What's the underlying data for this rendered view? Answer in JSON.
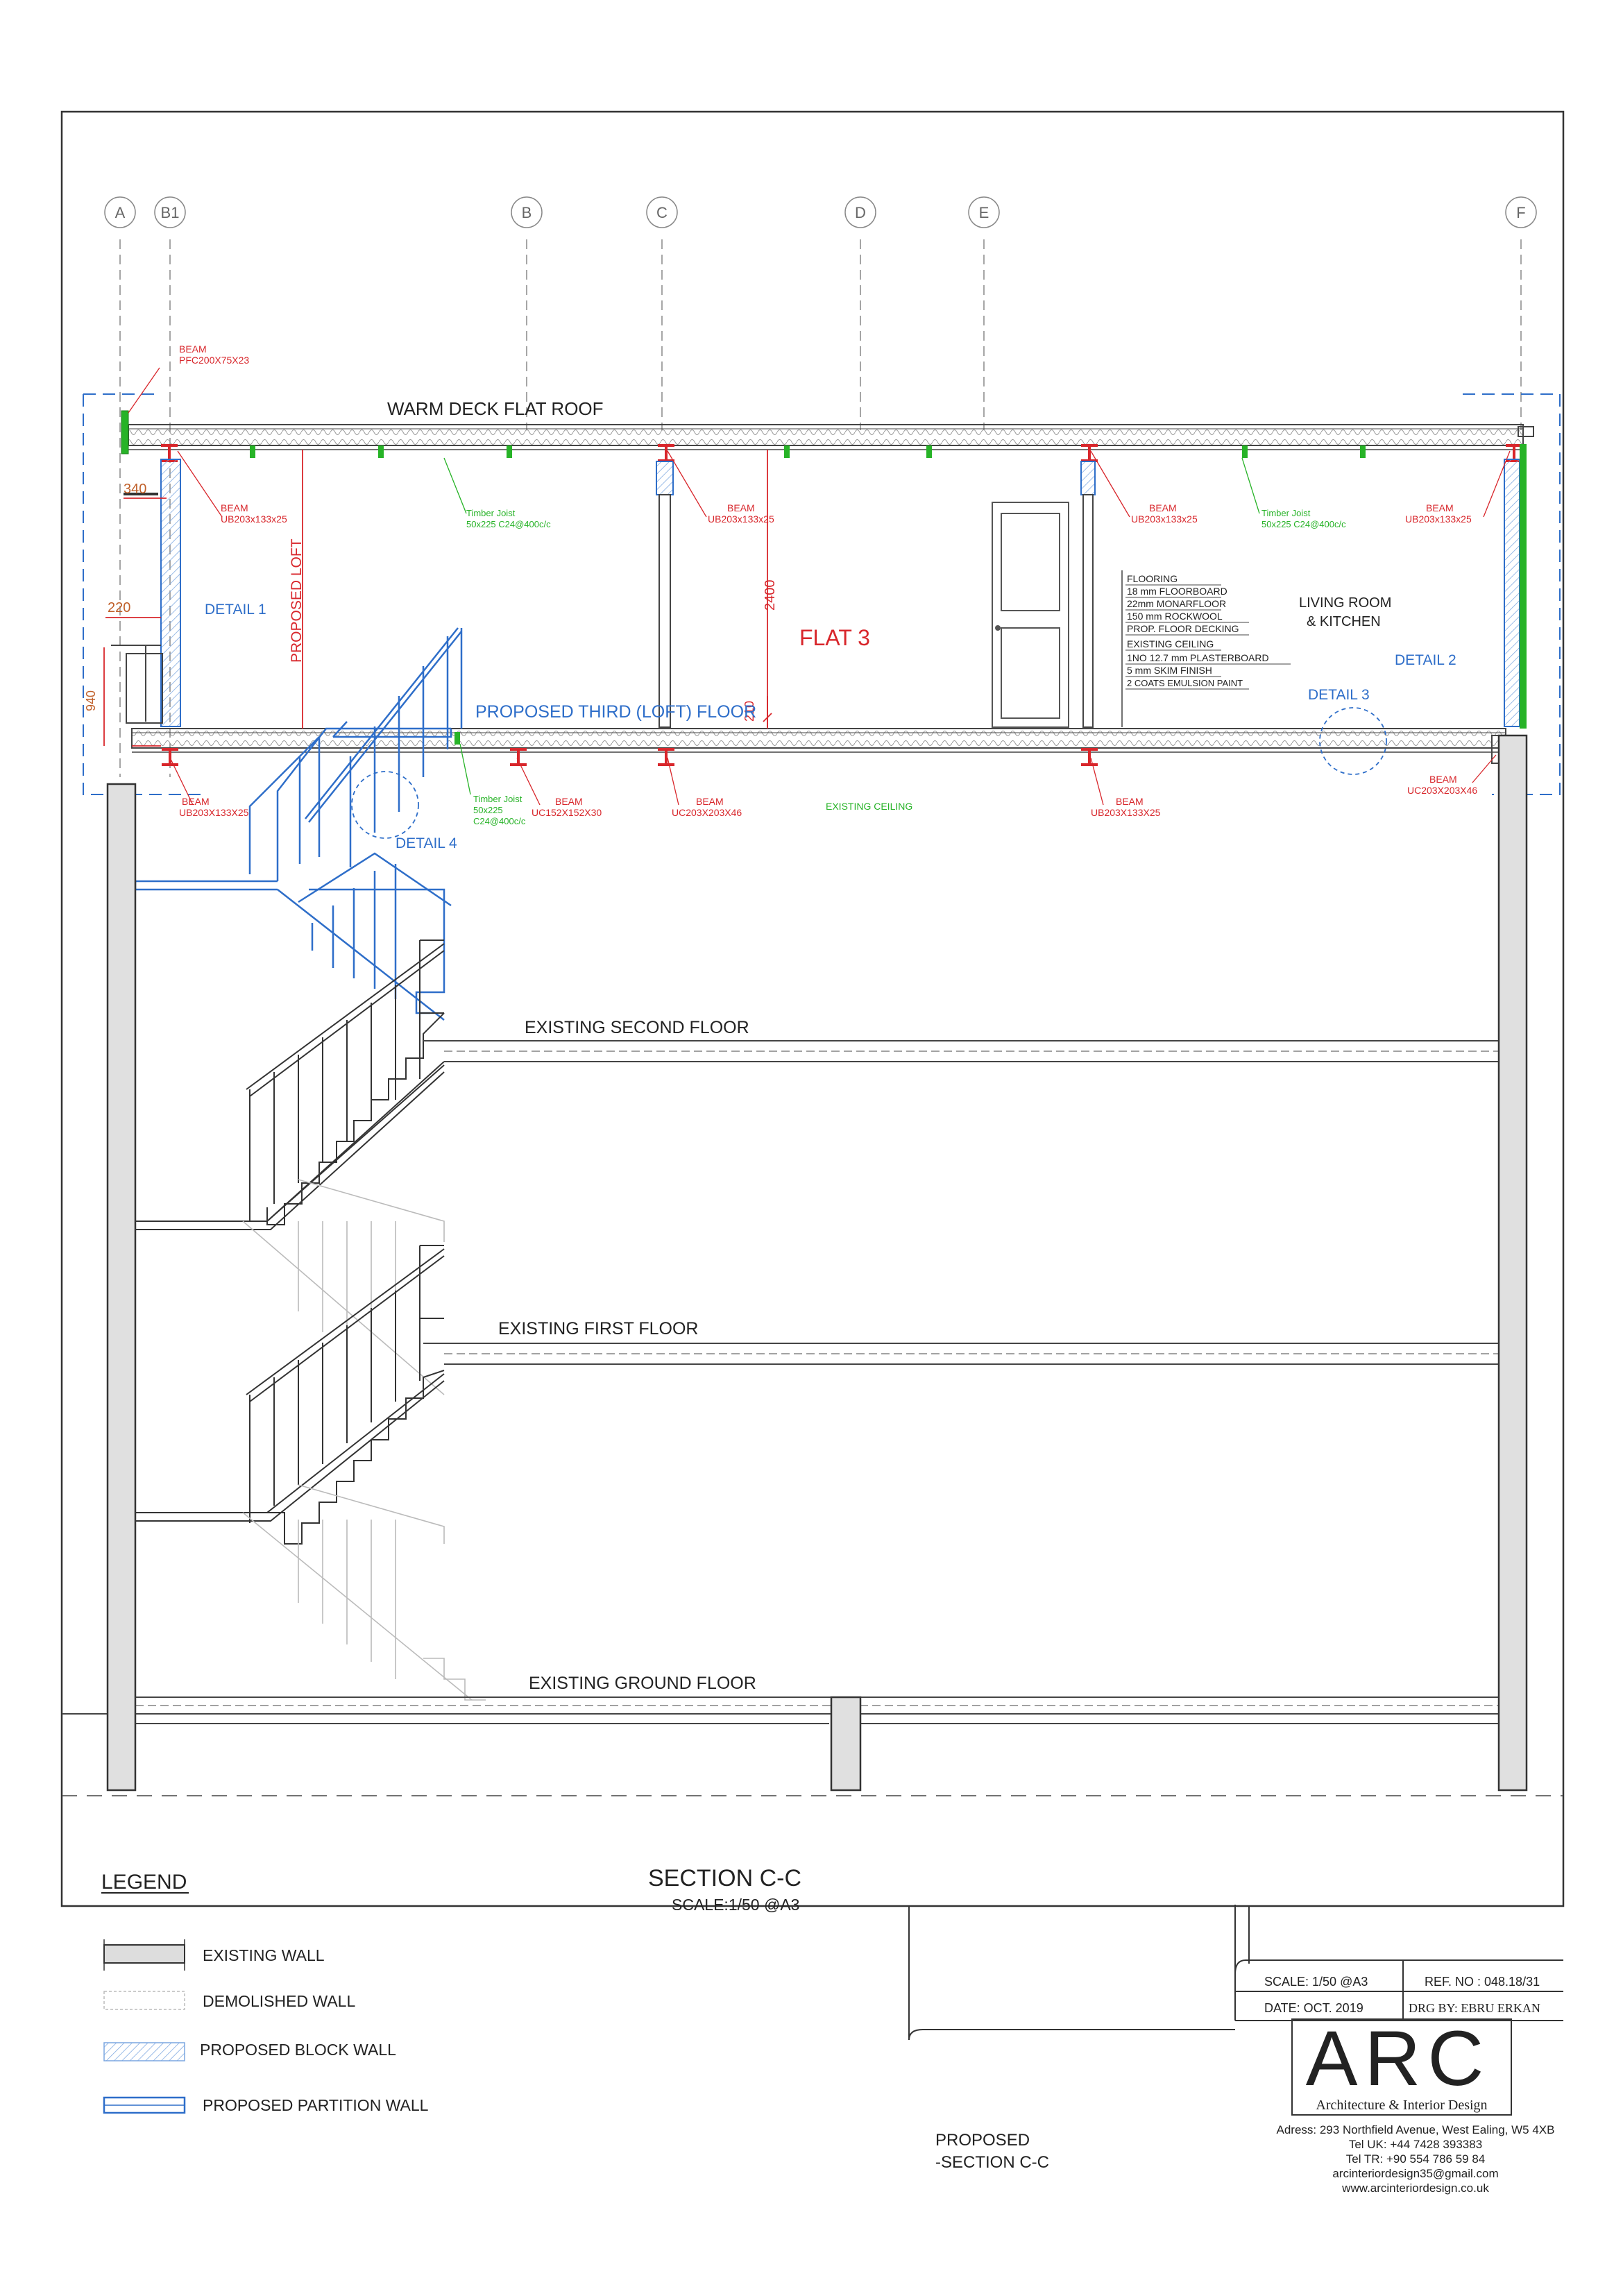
{
  "grid_labels": [
    "A",
    "B1",
    "B",
    "C",
    "D",
    "E",
    "F"
  ],
  "titles": {
    "roof": "WARM DECK FLAT ROOF",
    "loft_floor": "PROPOSED THIRD (LOFT) FLOOR",
    "second_floor": "EXISTING SECOND FLOOR",
    "first_floor": "EXISTING FIRST FLOOR",
    "ground_floor": "EXISTING GROUND FLOOR",
    "existing_ceiling": "EXISTING CEILING",
    "flat": "FLAT 3",
    "room_line1": "LIVING ROOM",
    "room_line2": "& KITCHEN",
    "proposed_loft": "PROPOSED LOFT"
  },
  "details": {
    "d1": "DETAIL 1",
    "d2": "DETAIL 2",
    "d3": "DETAIL 3",
    "d4": "DETAIL 4"
  },
  "dimensions": {
    "d340": "340",
    "d220": "220",
    "d940": "940",
    "d2400": "2400",
    "d210": "210"
  },
  "beams": {
    "beam_word": "BEAM",
    "pfc": "PFC200X75X23",
    "ub1": "UB203x133x25",
    "ub2": "UB203x133x25",
    "ub3": "UB203x133x25",
    "ub4": "UB203x133x25",
    "ub_low1": "UB203X133X25",
    "uc152": "UC152X152X30",
    "uc203_1": "UC203X203X46",
    "ub_low2": "UB203X133X25",
    "uc203_2": "UC203X203X46"
  },
  "joists": {
    "j1_line1": "Timber Joist",
    "j1_line2": "50x225 C24@400c/c",
    "j2_line1": "Timber Joist",
    "j2_line2": "50x225 C24@400c/c",
    "j3_line1": "Timber Joist",
    "j3_line2": "50x225",
    "j3_line3": "C24@400c/c"
  },
  "flooring_notes": [
    "FLOORING",
    "18 mm FLOORBOARD",
    "22mm MONARFLOOR",
    "150 mm ROCKWOOL",
    "PROP. FLOOR DECKING",
    "EXISTING CEILING",
    "1NO 12.7 mm PLASTERBOARD",
    "5 mm SKIM FINISH",
    "2 COATS EMULSION PAINT"
  ],
  "section": {
    "title": "SECTION  C-C",
    "scale": "SCALE:1/50 @A3"
  },
  "legend": {
    "title": "LEGEND",
    "items": [
      "EXISTING WALL",
      "DEMOLISHED WALL",
      "PROPOSED BLOCK WALL",
      "PROPOSED PARTITION WALL"
    ]
  },
  "title_block": {
    "scale": "SCALE:  1/50 @A3",
    "ref": "REF. NO :  048.18/31",
    "date": "DATE:  OCT. 2019",
    "drawn": "DRG BY:   EBRU ERKAN",
    "drawing_title_1": "PROPOSED",
    "drawing_title_2": "-SECTION  C-C",
    "logo": "ARC",
    "logo_sub": "Architecture & Interior Design",
    "address": "Adress: 293 Northfield Avenue, West Ealing, W5 4XB",
    "tel_uk": "Tel UK: +44 7428 393383",
    "tel_tr": "Tel TR: +90 554 786 59 84",
    "email": "arcinteriordesign35@gmail.com",
    "web": "www.arcinteriordesign.co.uk"
  },
  "colors": {
    "red": "#d8262b",
    "green": "#27b327",
    "blue": "#2e6ec9",
    "line": "#333333"
  }
}
